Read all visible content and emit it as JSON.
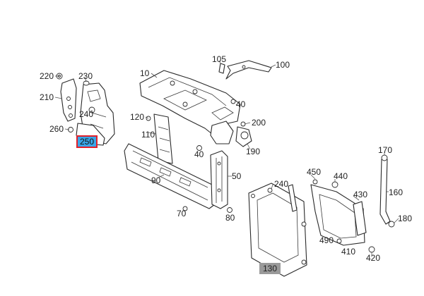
{
  "diagram": {
    "callouts": {
      "c10": "10",
      "c40a": "40",
      "c40b": "40",
      "c50": "50",
      "c70": "70",
      "c80": "80",
      "c90": "90",
      "c100": "100",
      "c105": "105",
      "c110": "110",
      "c120": "120",
      "c130": "130",
      "c160": "160",
      "c170": "170",
      "c180": "180",
      "c190": "190",
      "c200": "200",
      "c210": "210",
      "c220": "220",
      "c230": "230",
      "c240a": "240",
      "c240b": "240",
      "c250": "250",
      "c260": "260",
      "c410": "410",
      "c420": "420",
      "c430": "430",
      "c440": "440",
      "c450": "450",
      "c490": "490"
    },
    "highlight_selected_color": "#3aa6e8",
    "highlight_border_color": "#e0202a",
    "highlight_secondary_color": "#9a9a9a"
  }
}
